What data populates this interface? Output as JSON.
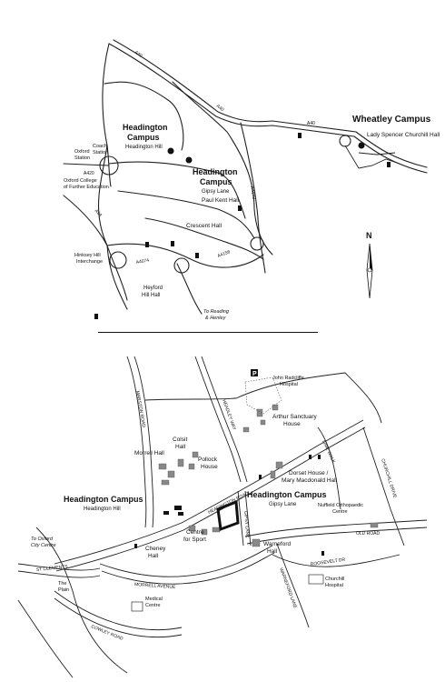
{
  "top_map": {
    "wheatley_title": "Wheatley Campus",
    "lady_spencer": "Lady Spencer Churchill Hall",
    "headington_campus_1": "Headington",
    "headington_campus_2": "Campus",
    "headington_hill": "Headington Hill",
    "headington_gipsy_1": "Headington",
    "headington_gipsy_2": "Campus",
    "gipsy_lane": "Gipsy Lane",
    "coach_station_1": "Coach",
    "coach_station_2": "Station",
    "oxford_station_1": "Oxford",
    "oxford_station_2": "Station",
    "oxford_college_1": "Oxford College",
    "oxford_college_2": "of Further Education",
    "paul_kent": "Paul Kent Hall",
    "crescent_hall": "Crescent Hall",
    "hinksey_1": "Hinksey Hill",
    "hinksey_2": "Interchange",
    "heyford_1": "Heyford",
    "heyford_2": "Hill Hall",
    "reading_1": "To Reading",
    "reading_2": "& Henley",
    "road_a40_a": "A40",
    "road_a40_b": "A40",
    "road_a40_c": "A40",
    "road_a34": "A34",
    "road_a4142": "A4142",
    "road_a4074": "A4074",
    "road_a420": "A420",
    "road_a4158": "A4158",
    "compass_n": "N"
  },
  "bottom_map": {
    "john_radcliffe_1": "John Radcliffe",
    "john_radcliffe_2": "Hospital",
    "parking": "P",
    "arthur_sanctuary_1": "Arthur Sanctuary",
    "arthur_sanctuary_2": "House",
    "colsit_1": "Colsit",
    "colsit_2": "Hall",
    "morrell_hall": "Morrell Hall",
    "pollock_1": "Pollock",
    "pollock_2": "House",
    "dorset_1": "Dorset House /",
    "dorset_2": "Mary Macdonald Hall",
    "nuffield_1": "Nuffield Orthopaedic",
    "nuffield_2": "Centre",
    "headington_hill_title": "Headington Campus",
    "headington_hill_sub": "Headington Hill",
    "gipsy_title": "Headington Campus",
    "gipsy_sub": "Gipsy Lane",
    "centre_sport_1": "Centre",
    "centre_sport_2": "for Sport",
    "cheney_1": "Cheney",
    "cheney_2": "Hall",
    "warneford_1": "Warneford",
    "warneford_2": "Hall",
    "churchill_1": "Churchill",
    "churchill_2": "Hospital",
    "city_centre_1": "To Oxford",
    "city_centre_2": "City Centre",
    "plain_1": "The",
    "plain_2": "Plain",
    "medical_1": "Medical",
    "medical_2": "Centre",
    "st_clements": "ST CLEMENTS",
    "morrell_avenue": "MORRELL AVENUE",
    "cowley_road": "COWLEY ROAD",
    "headington_road": "HEADINGTON ROAD",
    "gipsy_lane_road": "GIPSY LANE",
    "old_road": "OLD ROAD",
    "roosevelt": "ROOSEVELT DR",
    "headley_way": "HEADLEY WAY",
    "marston_road": "MARSTON ROAD",
    "lime_walk": "LIME WALK",
    "warneford_lane": "WARNEFORD LANE",
    "churchill_drive": "CHURCHILL DRIVE"
  }
}
